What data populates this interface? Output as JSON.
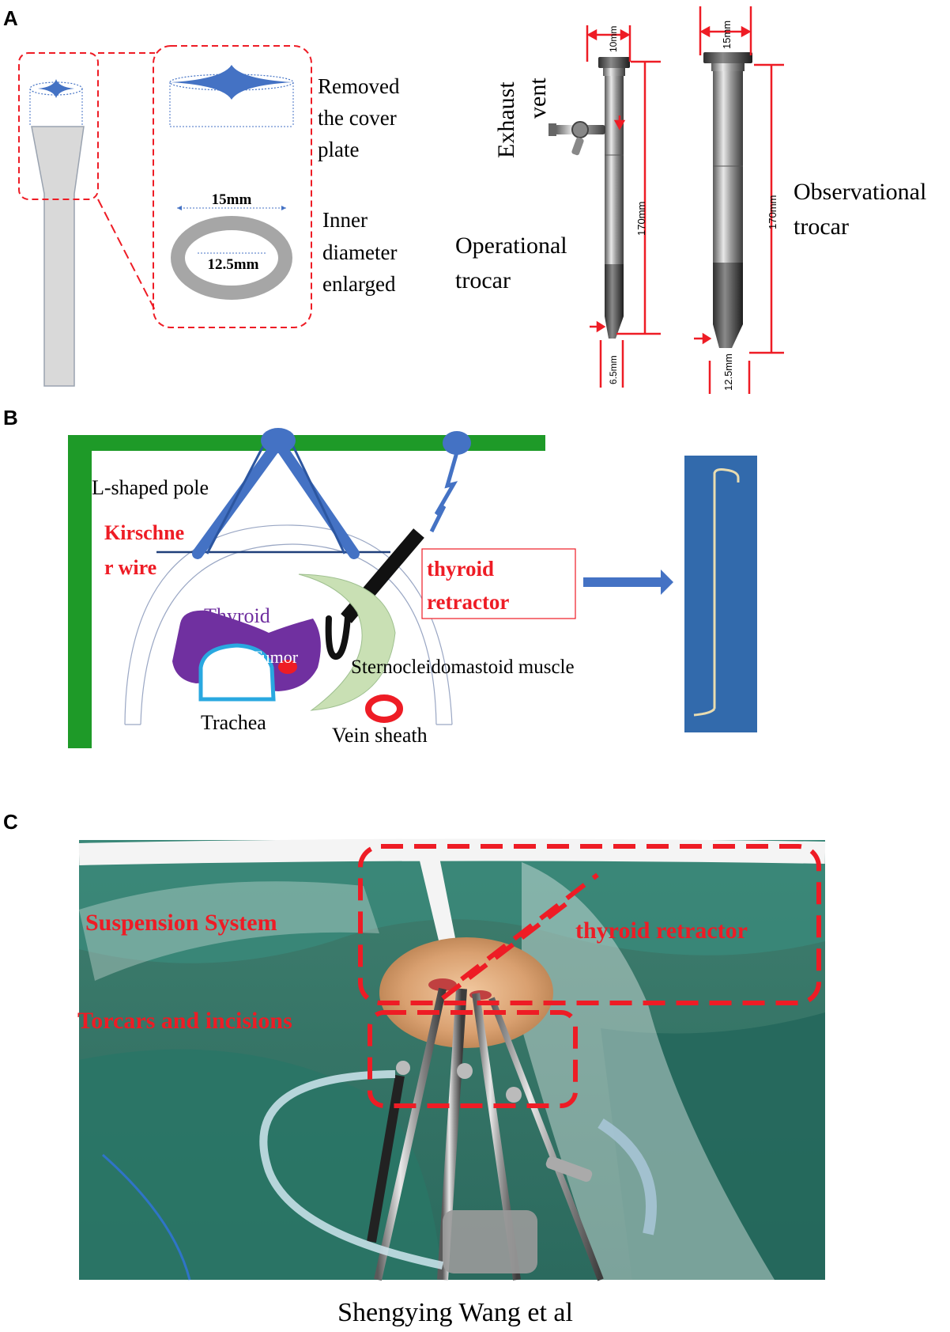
{
  "panels": {
    "a": "A",
    "b": "B",
    "c": "C"
  },
  "panel_a": {
    "removed": [
      "Removed",
      "the cover",
      "plate"
    ],
    "inner": [
      "Inner",
      "diameter",
      "enlarged"
    ],
    "outer_dim": "15mm",
    "inner_dim": "12.5mm",
    "exhaust": [
      "Exhaust",
      "vent"
    ],
    "operational": [
      "Operational",
      "trocar"
    ],
    "observational": [
      "Observational",
      "trocar"
    ],
    "op_top_dim": "10mm",
    "op_len_dim": "170mm",
    "op_tip_dim": "6.5mm",
    "obs_top_dim": "15mm",
    "obs_len_dim": "170mm",
    "obs_tip_dim": "12.5mm"
  },
  "panel_b": {
    "pole": "L-shaped pole",
    "kirschner": [
      "Kirschne",
      "r wire"
    ],
    "retractor": [
      "thyroid",
      "retractor"
    ],
    "thyroid": "Thyroid",
    "tumor": "Tumor",
    "scm": "Sternocleidomastoid muscle",
    "trachea": "Trachea",
    "vein": "Vein sheath"
  },
  "panel_c": {
    "suspension": "Suspension System",
    "retractor": "thyroid retractor",
    "trocars": "Torcars and incisions"
  },
  "credit": "Shengying Wang et al",
  "colors": {
    "red": "#ee1c25",
    "blue": "#4472c4",
    "green": "#1e9a28",
    "purple": "#7030a0",
    "drape": "#2a8a7a"
  }
}
